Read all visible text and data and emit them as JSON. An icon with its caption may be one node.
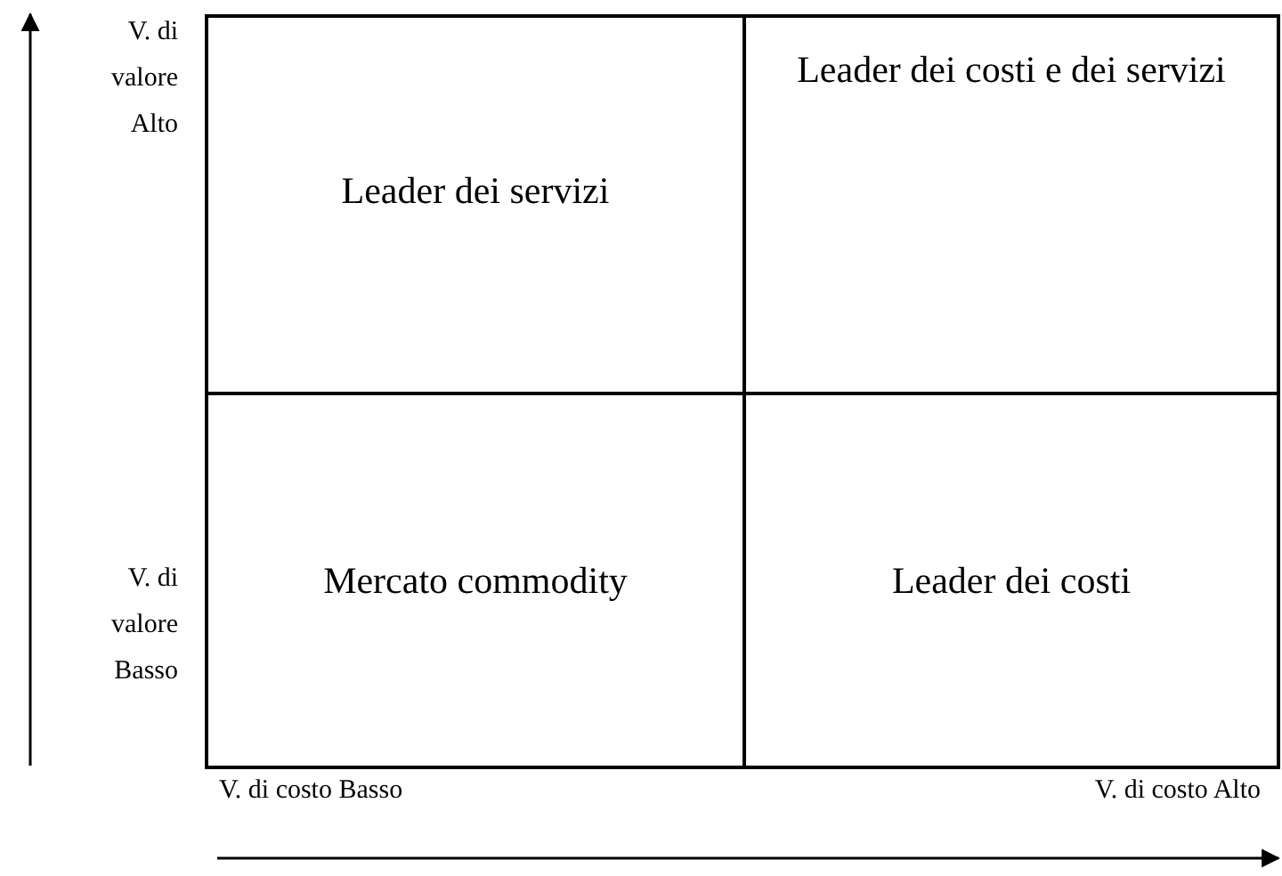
{
  "diagram": {
    "nodes": [
      {
        "text": [
          "Leader dei servizi"
        ]
      },
      {
        "text": [
          "Leader dei costi e dei servizi"
        ]
      },
      {
        "text": [
          "Mercato commodity"
        ]
      },
      {
        "text": [
          "Leader dei costi"
        ]
      }
    ],
    "labels": [
      "V. di valore Alto",
      "V. di valore Basso",
      "V. di costo Basso",
      "V. di costo Alto"
    ]
  }
}
